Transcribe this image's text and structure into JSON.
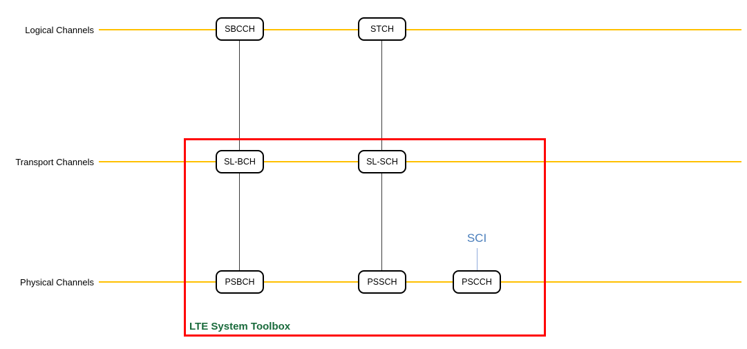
{
  "diagram": {
    "rows": [
      {
        "label": "Logical Channels"
      },
      {
        "label": "Transport Channels"
      },
      {
        "label": "Physical Channels"
      }
    ],
    "boxes": {
      "sbcch": "SBCCH",
      "stch": "STCH",
      "slbch": "SL-BCH",
      "slsch": "SL-SCH",
      "psbch": "PSBCH",
      "pssch": "PSSCH",
      "pscch": "PSCCH"
    },
    "sci_label": "SCI",
    "toolbox_label": "LTE System Toolbox",
    "colors": {
      "row_line": "#FFC000",
      "connector": "#3b3b3b",
      "toolbox_border": "#FF0000",
      "toolbox_text": "#1A6B3C",
      "sci_text": "#4A7EBB",
      "sci_line": "#8FAADC"
    }
  }
}
